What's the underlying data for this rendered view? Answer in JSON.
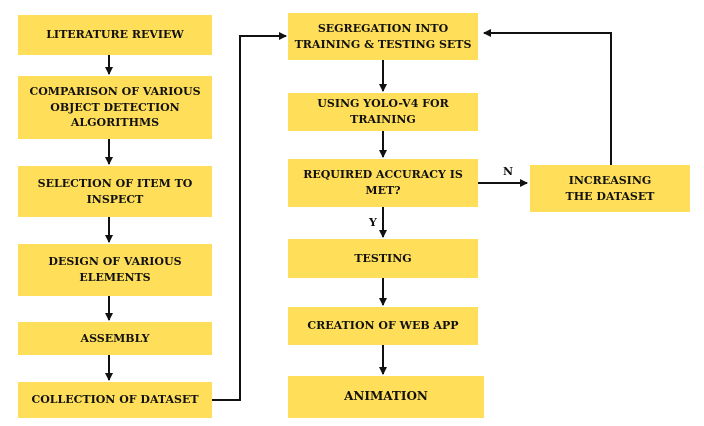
{
  "colors": {
    "box_fill": "#FFDE59",
    "arrow": "#111111"
  },
  "left_column": [
    "LITERATURE REVIEW",
    "COMPARISON OF VARIOUS OBJECT DETECTION ALGORITHMS",
    "SELECTION OF ITEM TO INSPECT",
    "DESIGN OF VARIOUS ELEMENTS",
    "ASSEMBLY",
    "COLLECTION OF DATASET"
  ],
  "middle_column": [
    "SEGREGATION INTO TRAINING & TESTING SETS",
    "USING YOLO-V4 FOR TRAINING",
    "REQUIRED ACCURACY IS MET?",
    "TESTING",
    "CREATION OF WEB APP",
    "ANIMATION"
  ],
  "right_box": "INCREASING THE DATASET",
  "labels": {
    "no": "N",
    "yes": "Y"
  }
}
